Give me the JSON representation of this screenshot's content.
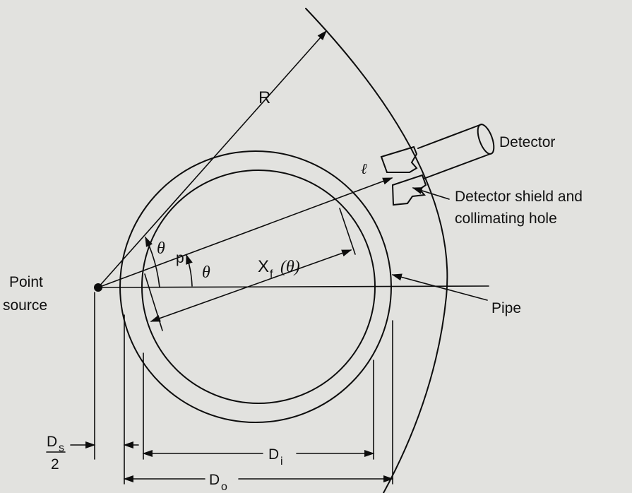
{
  "labels": {
    "R": "R",
    "detector": "Detector",
    "shield_line1": "Detector shield and",
    "shield_line2": "collimating hole",
    "ell": "ℓ",
    "theta_p_sym": "θ",
    "theta_p_sub": "p",
    "theta": "θ",
    "xf_main": "X",
    "xf_sub": "f",
    "xf_arg": "(θ)",
    "point_line1": "Point",
    "point_line2": "source",
    "pipe": "Pipe",
    "ds_main": "D",
    "ds_sub": "s",
    "ds_den": "2",
    "di_main": "D",
    "di_sub": "i",
    "do_main": "D",
    "do_sub": "o"
  }
}
